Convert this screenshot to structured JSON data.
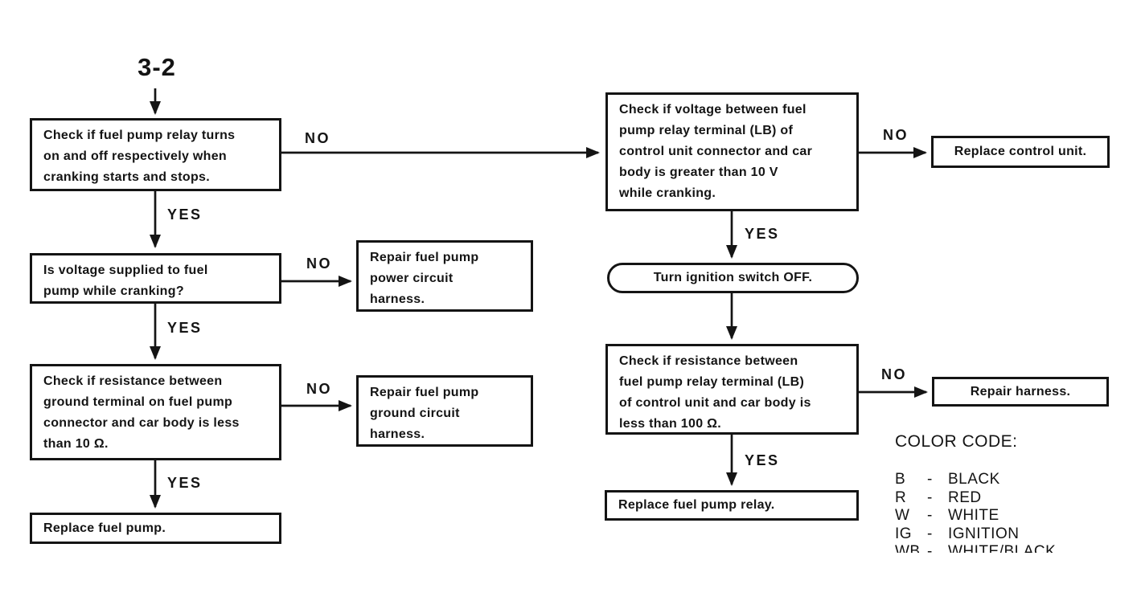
{
  "diagram": {
    "entry_label": "3-2",
    "edge_labels": {
      "yes": "YES",
      "no": "NO"
    },
    "nodes": {
      "check_relay_onoff": "Check if fuel pump relay turns\non and off respectively when\ncranking starts and stops.",
      "voltage_to_pump": "Is voltage supplied to fuel\npump while cranking?",
      "resistance_ground_terminal": "Check if resistance between\nground terminal on fuel pump\nconnector and car body is less\nthan 10 Ω.",
      "replace_fuel_pump": "Replace fuel pump.",
      "repair_power_harness": "Repair fuel pump\npower circuit\nharness.",
      "repair_ground_harness": "Repair fuel pump\nground circuit\nharness.",
      "check_voltage_lb": "Check if voltage between fuel\npump relay terminal (LB) of\ncontrol unit connector and car\nbody is greater than 10 V\nwhile cranking.",
      "replace_control_unit": "Replace control unit.",
      "turn_ignition_off": "Turn ignition switch OFF.",
      "check_resistance_lb": "Check if resistance between\nfuel pump relay terminal (LB)\nof control unit and car body is\nless than 100 Ω.",
      "repair_harness": "Repair harness.",
      "replace_fuel_pump_relay": "Replace fuel pump relay."
    }
  },
  "color_code": {
    "title": "COLOR CODE:",
    "separator": "-",
    "entries": [
      {
        "code": "B",
        "name": "BLACK"
      },
      {
        "code": "R",
        "name": "RED"
      },
      {
        "code": "W",
        "name": "WHITE"
      },
      {
        "code": "IG",
        "name": "IGNITION"
      },
      {
        "code": "WB",
        "name": "WHITE/BLACK"
      }
    ]
  },
  "colors": {
    "ink": "#141414",
    "paper": "#ffffff"
  }
}
